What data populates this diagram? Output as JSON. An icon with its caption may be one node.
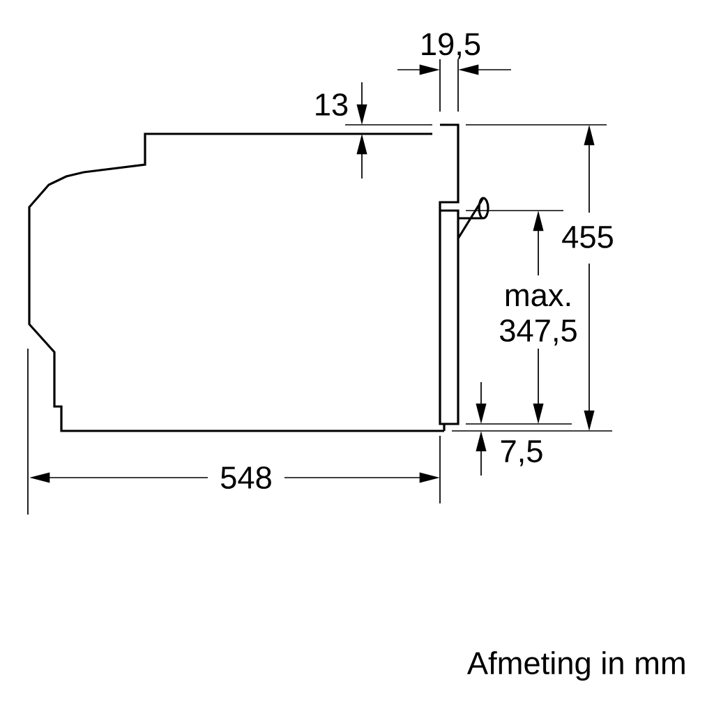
{
  "diagram": {
    "caption": "Afmeting in mm",
    "labels": [
      "19,5",
      "13",
      "455",
      "max. 347,5",
      "7,5",
      "548"
    ]
  }
}
